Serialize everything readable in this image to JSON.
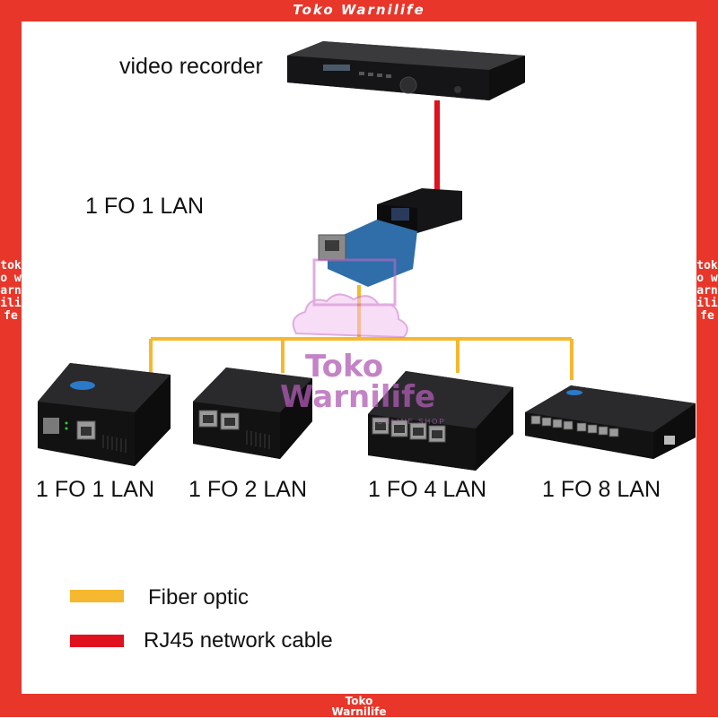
{
  "brand": {
    "top_text": "Toko Warnilife",
    "bottom_line1": "Toko",
    "bottom_line2": "Warnilife",
    "side_text": "toko warnilife"
  },
  "labels": {
    "recorder": "video recorder",
    "top_converter": "1 FO 1 LAN",
    "device1": "1 FO 1 LAN",
    "device2": "1 FO 2 LAN",
    "device3": "1 FO 4 LAN",
    "device4": "1 FO 8 LAN"
  },
  "legend": {
    "fiber_label": "Fiber optic",
    "fiber_color": "#f5b82e",
    "rj45_label": "RJ45 network cable",
    "rj45_color": "#e0101e"
  },
  "watermark": {
    "line1": "Toko",
    "line2": "Warnilife",
    "sub": "ONLINE SHOP"
  },
  "colors": {
    "frame": "#e8362a",
    "device_body": "#1c1c1e",
    "port": "#9a9a9a"
  }
}
